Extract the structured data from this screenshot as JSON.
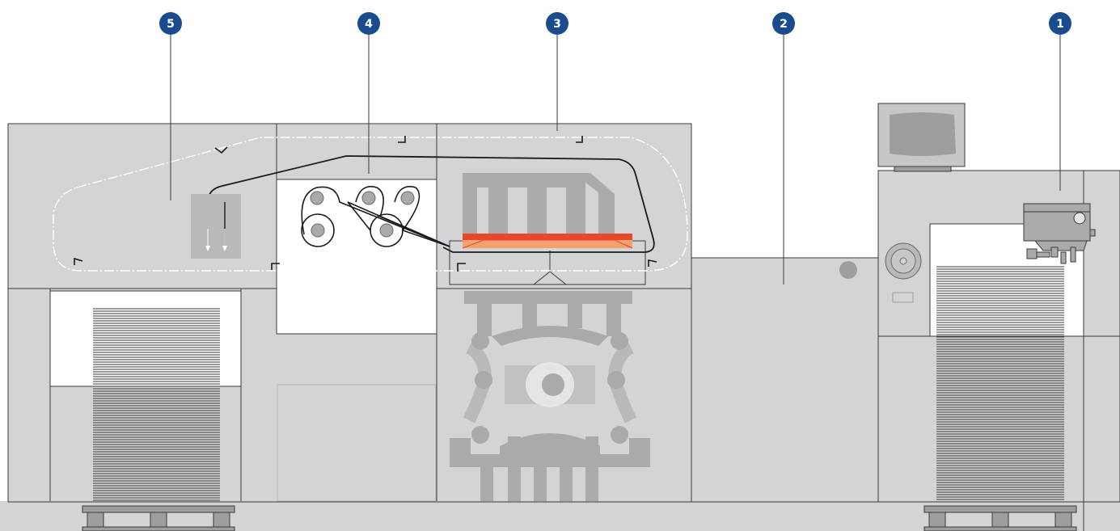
{
  "callouts": [
    {
      "label": "5"
    },
    {
      "label": "4"
    },
    {
      "label": "3"
    },
    {
      "label": "2"
    },
    {
      "label": "1"
    }
  ],
  "colors": {
    "badge": "#1a4b8c",
    "machine_fill": "#d3d4d6",
    "machine_dark": "#c6c7c9",
    "ghost_frame": "#a9aaac",
    "heater_red": "#e8472a",
    "heater_orange": "#f5a173",
    "outline": "#2a2a2a",
    "panel": "#ffffff"
  },
  "icons": {
    "monitor": "monitor-icon",
    "feeder_head": "feeder-head-icon",
    "spool": "spool-icon",
    "pallet": "pallet-icon"
  }
}
